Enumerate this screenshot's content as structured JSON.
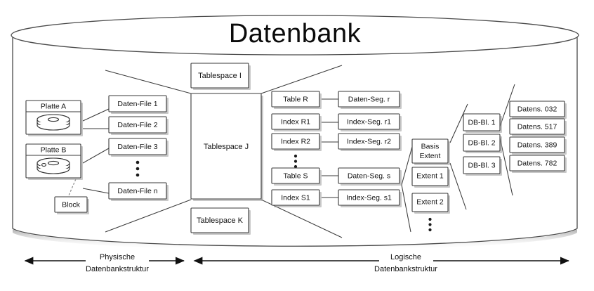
{
  "diagram": {
    "title": "Datenbank",
    "physical": {
      "disks": [
        {
          "label": "Platte A",
          "icon": "disk-platter-icon"
        },
        {
          "label": "Platte B",
          "icon": "disk-platter-icon"
        }
      ],
      "block_label": "Block",
      "data_files": [
        "Daten-File 1",
        "Daten-File 2",
        "Daten-File 3",
        "Daten-File n"
      ],
      "data_files_ellipsis": "vertical-dots"
    },
    "tablespaces": [
      "Tablespace I",
      "Tablespace J",
      "Tablespace K"
    ],
    "logical": {
      "objects": [
        "Table R",
        "Index R1",
        "Index R2",
        "Table S",
        "Index S1"
      ],
      "objects_ellipsis": "vertical-dots",
      "segments": [
        "Daten-Seg. r",
        "Index-Seg. r1",
        "Index-Seg. r2",
        "Daten-Seg. s",
        "Index-Seg. s1"
      ],
      "extents": [
        "Basis Extent",
        "Extent 1",
        "Extent 2"
      ],
      "extent_basis_line1": "Basis",
      "extent_basis_line2": "Extent",
      "extents_ellipsis": "vertical-dots",
      "blocks": [
        "DB-Bl. 1",
        "DB-Bl. 2",
        "DB-Bl. 3"
      ],
      "records": [
        "Datens. 032",
        "Datens. 517",
        "Datens. 389",
        "Datens. 782"
      ]
    },
    "axes": [
      {
        "line1": "Physische",
        "line2": "Datenbankstruktur"
      },
      {
        "line1": "Logische",
        "line2": "Datenbankstruktur"
      }
    ],
    "colors": {
      "background": "#ffffff",
      "stroke": "#3a3a3a",
      "text": "#111111",
      "shadow": "#9a9a9a"
    }
  }
}
